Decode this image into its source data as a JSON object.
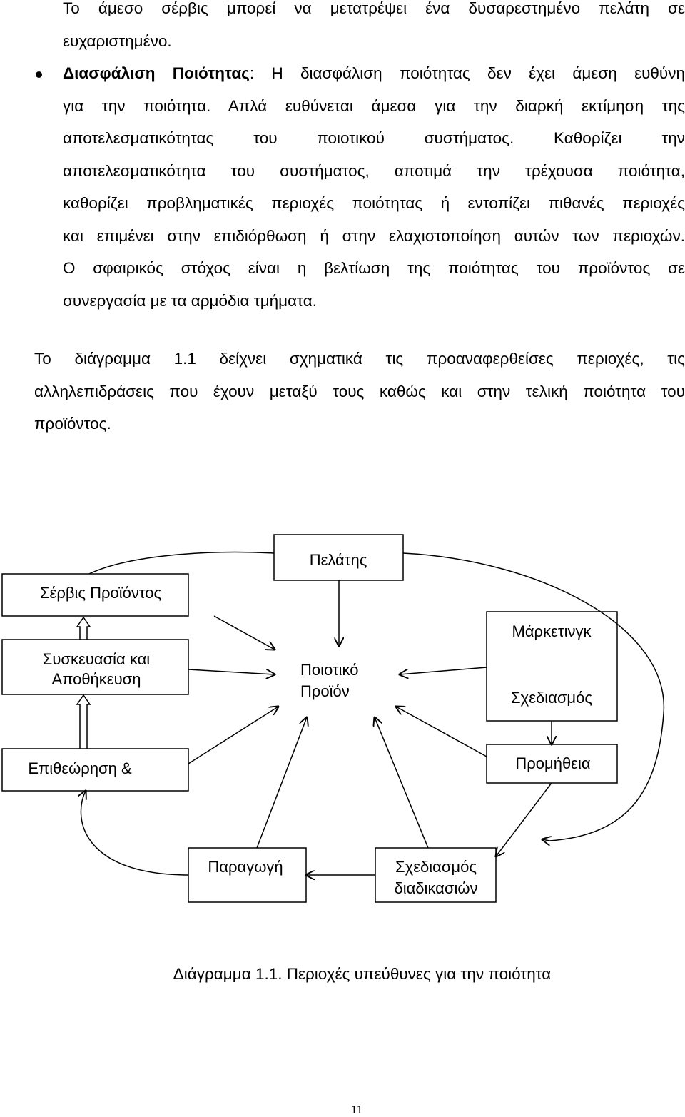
{
  "paragraph_top": {
    "lines": [
      "Το άμεσο σέρβις μπορεί να μετατρέψει ένα δυσαρεστημένο πελάτη σε",
      "ευχαριστημένο."
    ]
  },
  "bullet": {
    "term": "Διασφάλιση Ποιότητας",
    "first_line_rest": ": Η διασφάλιση ποιότητας δεν έχει άμεση ευθύνη",
    "lines": [
      "για την ποιότητα. Απλά ευθύνεται άμεσα για την διαρκή εκτίμηση της",
      "αποτελεσματικότητας του ποιοτικού συστήματος. Καθορίζει την",
      "αποτελεσματικότητα του συστήματος, αποτιμά την τρέχουσα ποιότητα,",
      "καθορίζει προβληματικές περιοχές ποιότητας ή εντοπίζει πιθανές περιοχές",
      "και επιμένει στην επιδιόρθωση ή στην ελαχιστοποίηση αυτών των περιοχών.",
      "Ο σφαιρικός στόχος είναι η βελτίωση της ποιότητας του προϊόντος σε",
      "συνεργασία με τα αρμόδια τμήματα."
    ]
  },
  "paragraph_diagram": {
    "lines": [
      "Το διάγραμμα 1.1 δείχνει σχηματικά τις προαναφερθείσες περιοχές, τις",
      "αλληλεπιδράσεις που έχουν μεταξύ τους καθώς και στην τελική ποιότητα του",
      "προϊόντος."
    ]
  },
  "diagram": {
    "client": "Πελάτης",
    "service": "Σέρβις Προϊόντος",
    "packaging_line1": "Συσκευασία και",
    "packaging_line2": "Αποθήκευση",
    "inspection": "Επιθεώρηση &",
    "center_line1": "Ποιοτικό",
    "center_line2": "Προϊόν",
    "marketing": "Μάρκετινγκ",
    "design": "Σχεδιασμός",
    "procurement": "Προμήθεια",
    "production": "Παραγωγή",
    "process_line1": "Σχεδιασμός",
    "process_line2": "διαδικασιών",
    "colors": {
      "stroke": "#000000",
      "fill": "#ffffff"
    }
  },
  "caption": "Διάγραμμα 1.1. Περιοχές υπεύθυνες για την ποιότητα",
  "page_number": "11"
}
